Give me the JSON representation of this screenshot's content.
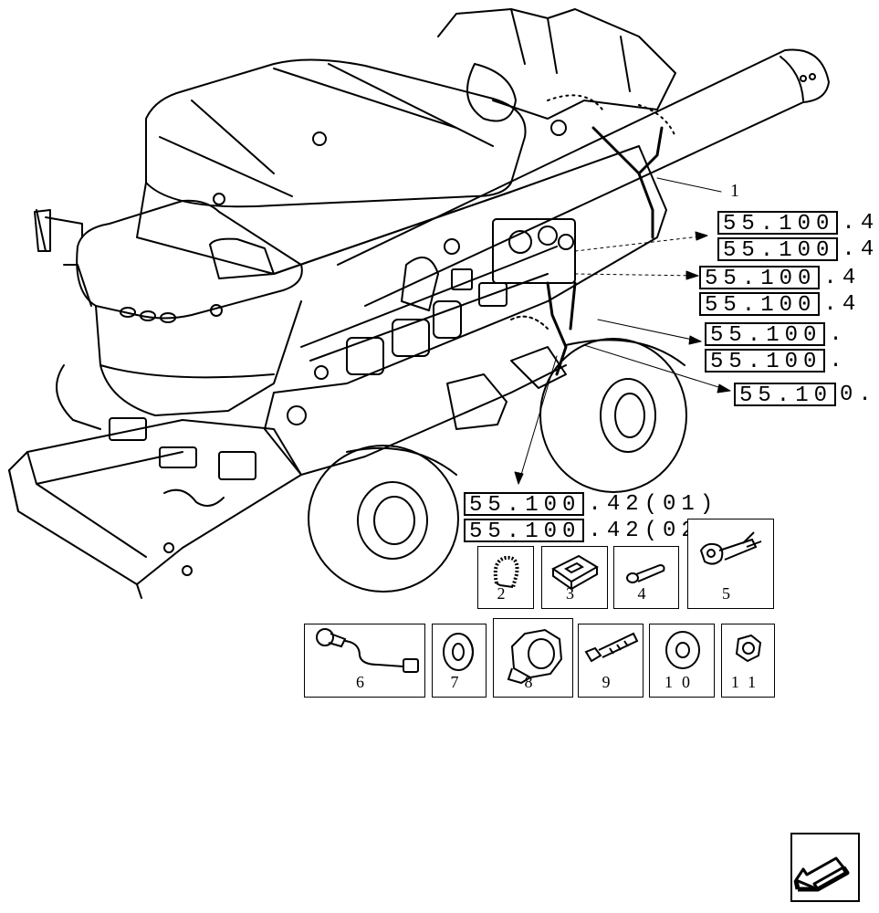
{
  "callout_label": "1",
  "references": [
    {
      "boxed": "55.100",
      "tail": ".4"
    },
    {
      "boxed": "55.100",
      "tail": ".4"
    },
    {
      "boxed": "55.100",
      "tail": ".4"
    },
    {
      "boxed": "55.100",
      "tail": ".4"
    },
    {
      "boxed": "55.100",
      "tail": "."
    },
    {
      "boxed": "55.100",
      "tail": "."
    },
    {
      "boxed": "55.10",
      "tail": "0."
    },
    {
      "boxed": "55.100",
      "tail": ".42(01)"
    },
    {
      "boxed": "55.100",
      "tail": ".42(02)"
    }
  ],
  "parts": [
    {
      "number": "2",
      "icon": "belt-strap-icon"
    },
    {
      "number": "3",
      "icon": "clip-bracket-icon"
    },
    {
      "number": "4",
      "icon": "pin-icon"
    },
    {
      "number": "5",
      "icon": "sensor-flange-icon"
    },
    {
      "number": "6",
      "icon": "cable-sensor-icon"
    },
    {
      "number": "7",
      "icon": "grommet-icon"
    },
    {
      "number": "8",
      "icon": "rubber-boot-icon"
    },
    {
      "number": "9",
      "icon": "bolt-icon"
    },
    {
      "number": "10",
      "icon": "washer-icon"
    },
    {
      "number": "11",
      "icon": "nut-icon"
    }
  ],
  "navigation": {
    "icon": "arrow-back-icon"
  }
}
